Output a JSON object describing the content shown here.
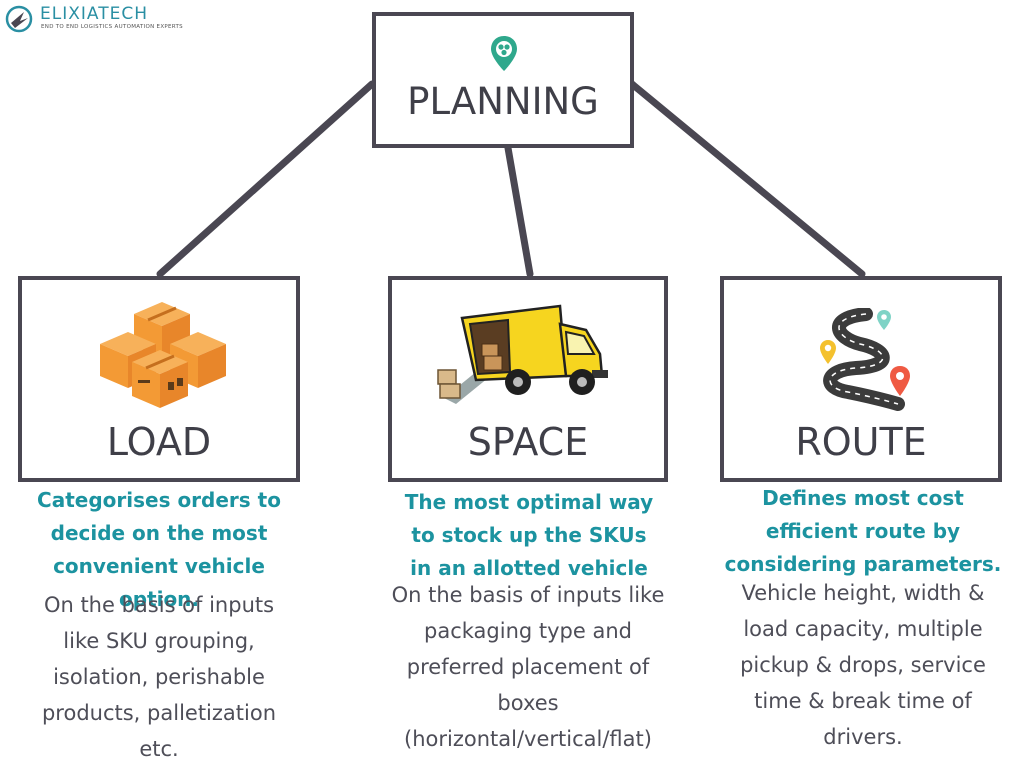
{
  "logo": {
    "name": "ELIXIATECH",
    "tagline": "END TO END LOGISTICS AUTOMATION EXPERTS"
  },
  "root": {
    "title": "PLANNING",
    "icon": "location-pin-icon"
  },
  "branches": [
    {
      "title": "LOAD",
      "icon": "stacked-boxes-icon",
      "heading": "Categorises orders to decide on the most convenient vehicle option.",
      "body": "On the basis of inputs like SKU grouping, isolation, perishable products, palletization etc."
    },
    {
      "title": "SPACE",
      "icon": "delivery-truck-icon",
      "heading": "The most optimal way to stock up the SKUs in an allotted vehicle",
      "body": "On the basis of inputs like packaging type and preferred placement of boxes (horizontal/vertical/flat)"
    },
    {
      "title": "ROUTE",
      "icon": "winding-road-icon",
      "heading": "Defines most cost efficient route by considering parameters.",
      "body": "Vehicle height, width & load capacity, multiple pickup & drops, service time & break time of drivers."
    }
  ],
  "colors": {
    "border": "#4a4752",
    "heading": "#1c93a0",
    "body": "#4e4e58",
    "accent": "#2fa88c"
  }
}
